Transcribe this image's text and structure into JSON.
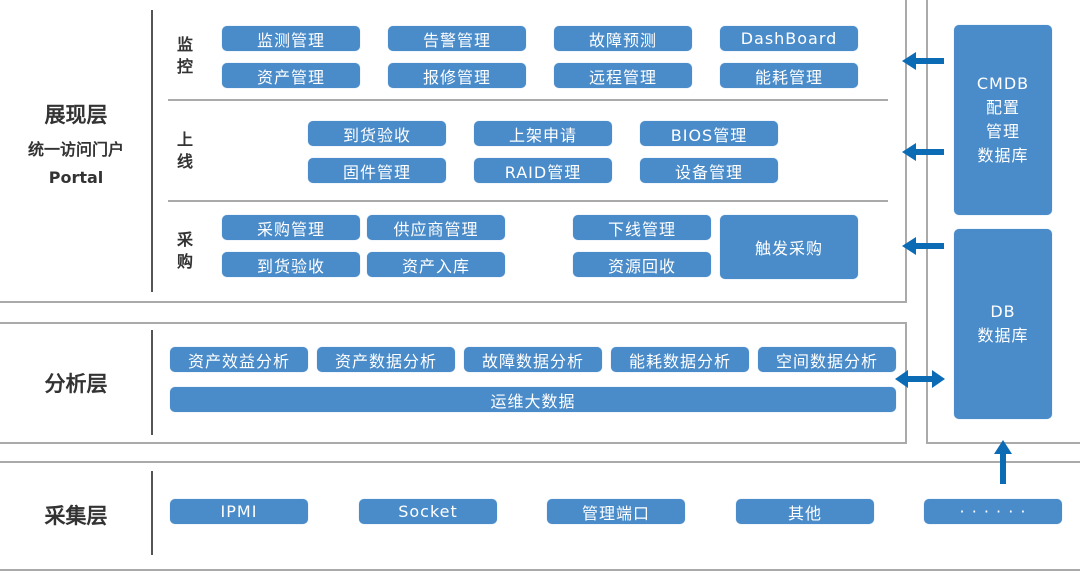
{
  "presentation": {
    "title": "展现层",
    "subtitle": "统一访问门户",
    "portal": "Portal",
    "monitor": {
      "label": "监控",
      "items": [
        "监测管理",
        "告警管理",
        "故障预测",
        "DashBoard",
        "资产管理",
        "报修管理",
        "远程管理",
        "能耗管理"
      ]
    },
    "online": {
      "label": "上线",
      "items": [
        "到货验收",
        "上架申请",
        "BIOS管理",
        "固件管理",
        "RAID管理",
        "设备管理"
      ]
    },
    "purchase": {
      "label": "采购",
      "items": [
        "采购管理",
        "供应商管理",
        "到货验收",
        "资产入库",
        "下线管理",
        "资源回收",
        "触发采购"
      ]
    }
  },
  "analysis": {
    "title": "分析层",
    "items": [
      "资产效益分析",
      "资产数据分析",
      "故障数据分析",
      "能耗数据分析",
      "空间数据分析"
    ],
    "bigdata": "运维大数据"
  },
  "collection": {
    "title": "采集层",
    "items": [
      "IPMI",
      "Socket",
      "管理端口",
      "其他",
      "· · · · · ·"
    ]
  },
  "cmdb": {
    "lines": [
      "CMDB",
      "配置",
      "管理",
      "数据库"
    ]
  },
  "db": {
    "lines": [
      "DB",
      "数据库"
    ]
  },
  "colors": {
    "box": "#4a8bc9",
    "arrow": "#0b6bb5"
  }
}
